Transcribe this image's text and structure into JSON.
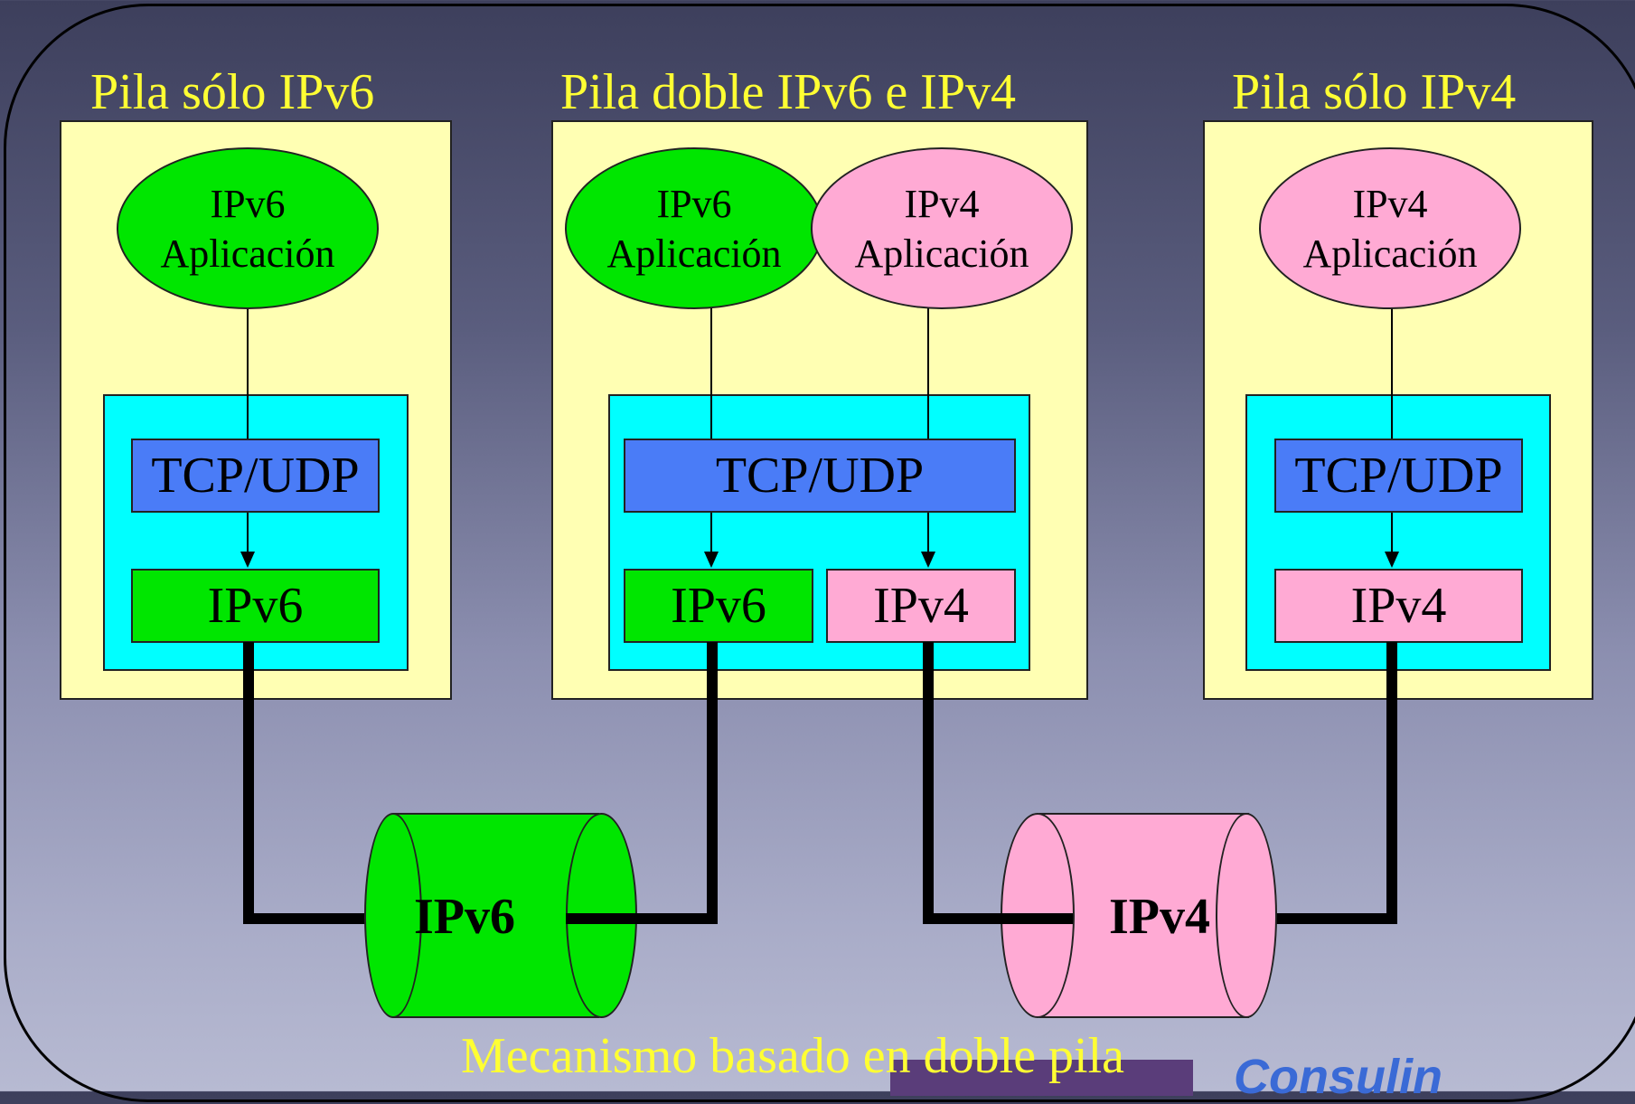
{
  "stacks": [
    {
      "title": "Pila sólo IPv6"
    },
    {
      "title": "Pila doble IPv6 e IPv4"
    },
    {
      "title": "Pila sólo IPv4"
    }
  ],
  "apps": [
    {
      "line1": "IPv6",
      "line2": "Aplicación"
    },
    {
      "line1": "IPv6",
      "line2": "Aplicación"
    },
    {
      "line1": "IPv4",
      "line2": "Aplicación"
    },
    {
      "line1": "IPv4",
      "line2": "Aplicación"
    }
  ],
  "layers": {
    "tcp": "TCP/UDP",
    "ipv6": "IPv6",
    "ipv4": "IPv4"
  },
  "networks": [
    {
      "label": "IPv6"
    },
    {
      "label": "IPv4"
    }
  ],
  "caption": "Mecanismo basado en doble pila",
  "colors": {
    "ipv6": "#00e600",
    "ipv4": "#ffaad4",
    "tcp": "#4a7cf7",
    "kernel": "#00ffff",
    "stack_bg": "#ffffb3",
    "title": "#ffff33"
  }
}
